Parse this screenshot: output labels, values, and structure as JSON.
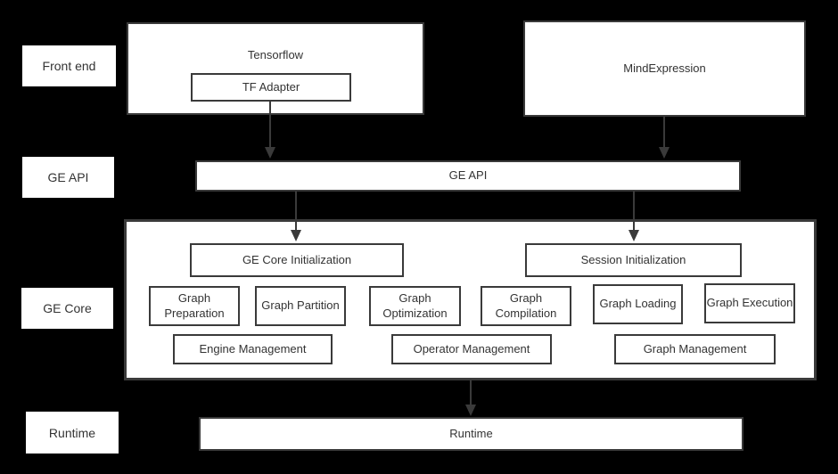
{
  "colors": {
    "background": "#000000",
    "box_fill": "#ffffff",
    "border": "#3a3a3a",
    "text": "#333333"
  },
  "layer_labels": {
    "front_end": "Front end",
    "ge_api": "GE API",
    "ge_core": "GE Core",
    "runtime": "Runtime"
  },
  "front_end": {
    "tensorflow_label": "Tensorflow",
    "tf_adapter_label": "TF Adapter",
    "mind_expression_label": "MindExpression"
  },
  "ge_api": {
    "bar_label": "GE API"
  },
  "ge_core": {
    "init_boxes": {
      "ge_core_init": "GE Core Initialization",
      "session_init": "Session Initialization"
    },
    "phases": [
      "Graph Preparation",
      "Graph Partition",
      "Graph Optimization",
      "Graph Compilation",
      "Graph Loading",
      "Graph Execution"
    ],
    "management": [
      "Engine Management",
      "Operator Management",
      "Graph Management"
    ]
  },
  "runtime": {
    "bar_label": "Runtime"
  }
}
